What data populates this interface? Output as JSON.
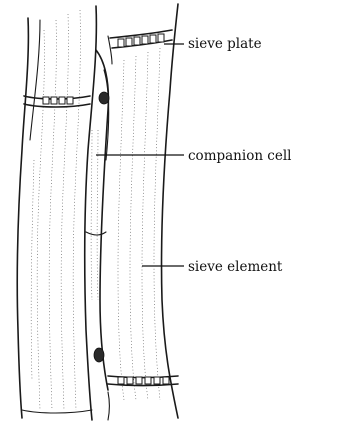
{
  "labels": {
    "sieve_plate": "sieve plate",
    "companion_cell": "companion cell",
    "sieve_element": "sieve element"
  }
}
